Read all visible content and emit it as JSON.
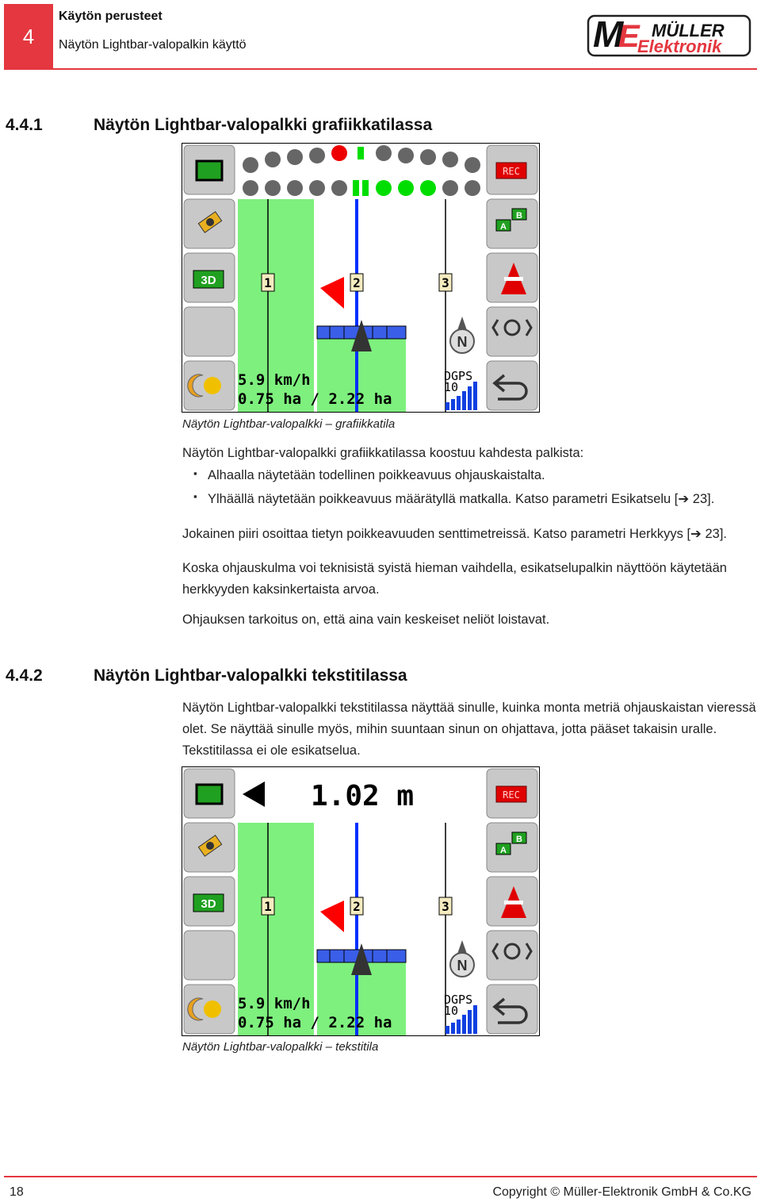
{
  "header": {
    "chapter_number": "4",
    "chapter_title": "Käytön perusteet",
    "section_title": "Näytön Lightbar-valopalkin käyttö",
    "logo_text_top": "MÜLLER",
    "logo_text_bottom": "Elektronik"
  },
  "section1": {
    "number": "4.4.1",
    "title": "Näytön Lightbar-valopalkki grafiikkatilassa",
    "caption": "Näytön Lightbar-valopalkki – grafiikkatila",
    "intro": "Näytön Lightbar-valopalkki grafiikkatilassa koostuu kahdesta palkista:",
    "bullets": [
      "Alhaalla näytetään todellinen poikkeavuus ohjauskaistalta.",
      "Ylhäällä näytetään poikkeavuus määrätyllä matkalla. Katso parametri Esikatselu [➔ 23]."
    ],
    "paragraphs": [
      "Jokainen piiri osoittaa tietyn poikkeavuuden senttimetreissä. Katso parametri Herkkyys [➔ 23].",
      "Koska ohjauskulma voi teknisistä syistä hieman vaihdella, esikatselupalkin näyttöön käytetään",
      "herkkyyden kaksinkertaista arvoa.",
      "Ohjauksen tarkoitus on, että aina vain keskeiset neliöt loistavat."
    ]
  },
  "section2": {
    "number": "4.4.2",
    "title": "Näytön Lightbar-valopalkki tekstitilassa",
    "paragraphs": [
      "Näytön Lightbar-valopalkki tekstitilassa näyttää sinulle, kuinka monta metriä ohjauskaistan vieressä",
      "olet. Se näyttää sinulle myös, mihin suuntaan sinun on ohjattava, jotta pääset takaisin uralle.",
      "Tekstitilassa ei ole esikatselua."
    ],
    "caption": "Näytön Lightbar-valopalkki – tekstitila",
    "distance": "1.02 m"
  },
  "screen": {
    "speed": "5.9 km/h",
    "area": "0.75 ha / 2.22 ha",
    "rec": "REC",
    "btn_3d": "3D",
    "flag_a": "A",
    "flag_b": "B",
    "north": "N",
    "gps_status": "DGPS",
    "gps_sats": "10",
    "track_labels": [
      "1",
      "2",
      "3"
    ]
  },
  "colors": {
    "accent_red": "#e4373f",
    "field_green": "#7ef07e",
    "lightbar_green": "#00dd00",
    "guide_blue": "#0030ff"
  },
  "footer": {
    "page": "18",
    "copyright": "Copyright © Müller-Elektronik GmbH & Co.KG"
  }
}
